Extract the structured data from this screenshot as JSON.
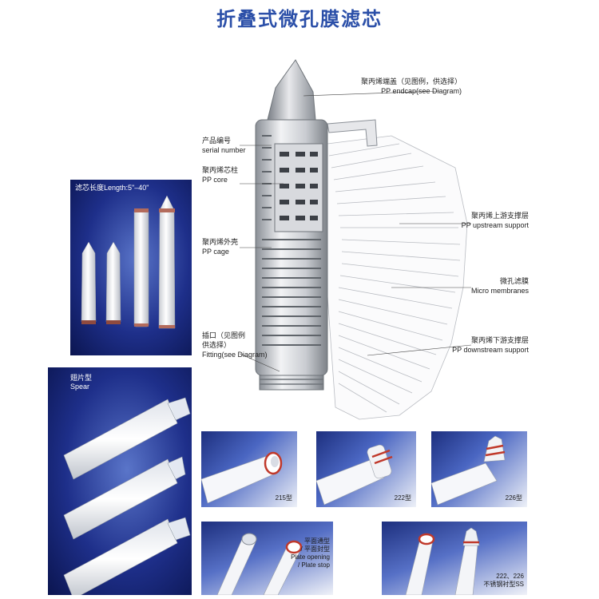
{
  "title": "折叠式微孔膜滤芯",
  "colors": {
    "title": "#2b4fa8",
    "panel_blue": "#1e2f8a"
  },
  "callouts": {
    "endcap": {
      "cn": "聚丙烯端盖（见图例，供选择）",
      "en": "PP endcap(see Diagram)"
    },
    "serial": {
      "cn": "产品编号",
      "en": "serial number"
    },
    "core": {
      "cn": "聚丙烯芯柱",
      "en": "PP core"
    },
    "cage": {
      "cn": "聚丙烯外壳",
      "en": "PP cage"
    },
    "fitting": {
      "cn1": "插口（见图例",
      "cn2": "供选择）",
      "en": "Fitting(see Diagram)"
    },
    "upstream": {
      "cn": "聚丙烯上游支撑层",
      "en": "PP upstream support"
    },
    "membrane": {
      "cn": "微孔滤膜",
      "en": "Micro membranes"
    },
    "downstream": {
      "cn": "聚丙烯下游支撑层",
      "en": "PP downstream support"
    }
  },
  "panels": {
    "length": {
      "label": "滤芯长度Length:5\"–40\""
    },
    "spear": {
      "cn": "翅片型",
      "en": "Spear"
    },
    "p215": {
      "tag": "215型"
    },
    "p222": {
      "tag": "222型"
    },
    "p226": {
      "tag": "226型"
    },
    "plate": {
      "l1": "平面通型",
      "l2": "/ 平面封型",
      "l3": "Plate opening",
      "l4": "/ Plate stop"
    },
    "ss": {
      "l1": "222、226",
      "l2": "不锈钢衬型SS"
    }
  }
}
